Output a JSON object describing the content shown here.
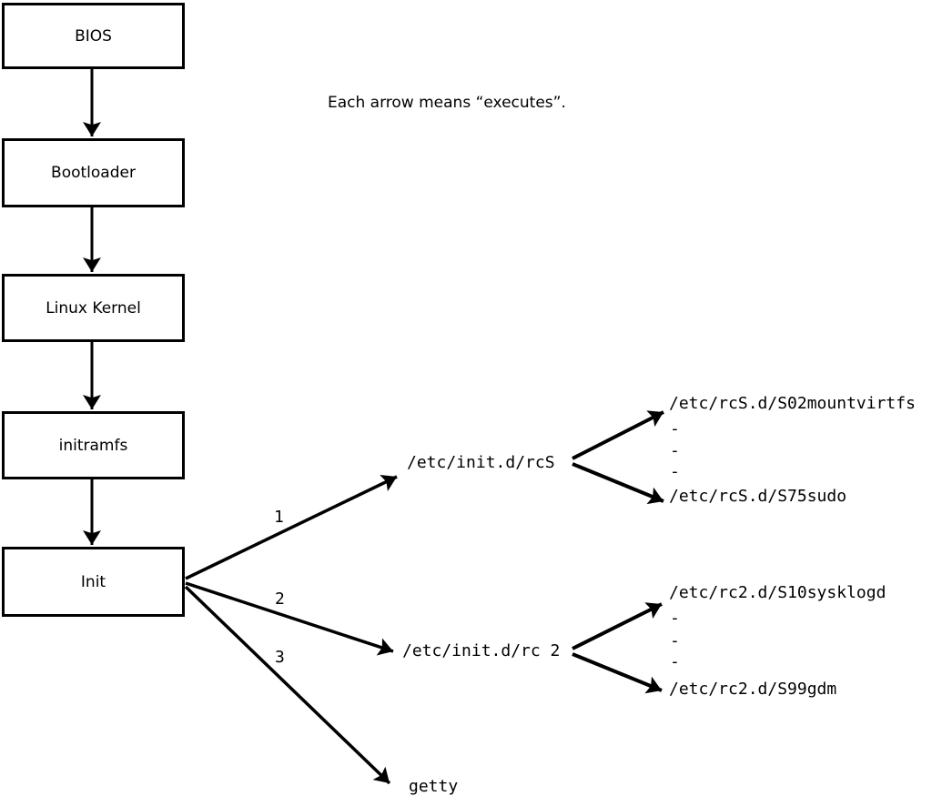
{
  "title": "Each arrow means “executes”.",
  "boxes": {
    "bios": "BIOS",
    "bootloader": "Bootloader",
    "kernel": "Linux Kernel",
    "initramfs": "initramfs",
    "init": "Init"
  },
  "init_arrows": {
    "labels": [
      "1",
      "2",
      "3"
    ],
    "targets": {
      "rcS": "/etc/init.d/rcS",
      "rc2": "/etc/init.d/rc 2",
      "getty": "getty"
    }
  },
  "scripts_rcS": {
    "first": "/etc/rcS.d/S02mountvirtfs",
    "dots": [
      "-",
      "-",
      "-"
    ],
    "last": "/etc/rcS.d/S75sudo"
  },
  "scripts_rc2": {
    "first": "/etc/rc2.d/S10sysklogd",
    "dots": [
      "-",
      "-",
      "-"
    ],
    "last": "/etc/rc2.d/S99gdm"
  },
  "colors": {
    "line": "#000000",
    "background": "#ffffff"
  }
}
